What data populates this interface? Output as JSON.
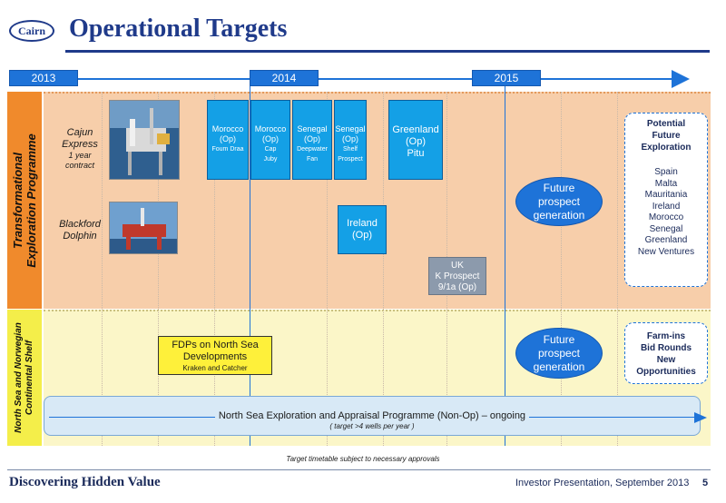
{
  "header": {
    "logo_text": "Cairn",
    "title": "Operational Targets"
  },
  "timeline": {
    "years": [
      "2013",
      "2014",
      "2015"
    ]
  },
  "bands": {
    "transformational": "Transformational Exploration Programme",
    "transformational_line1": "Transformational",
    "transformational_line2": "Exploration Programme",
    "north_sea_line1": "North Sea and Norwegian",
    "north_sea_line2": "Continental Shelf"
  },
  "rigs": {
    "cajun": {
      "line1": "Cajun",
      "line2": "Express",
      "line3": "1 year",
      "line4": "contract"
    },
    "blackford": {
      "line1": "Blackford",
      "line2": "Dolphin"
    }
  },
  "activities": {
    "morocco_foum": {
      "line1": "Morocco",
      "line2": "(Op)",
      "line3": "Foum Draa"
    },
    "morocco_cap": {
      "line1": "Morocco",
      "line2": "(Op)",
      "line3": "Cap",
      "line4": "Juby"
    },
    "senegal_deep": {
      "line1": "Senegal",
      "line2": "(Op)",
      "line3": "Deepwater",
      "line4": "Fan"
    },
    "senegal_shelf": {
      "line1": "Senegal",
      "line2": "(Op)",
      "line3": "Shelf",
      "line4": "Prospect"
    },
    "greenland": {
      "line1": "Greenland",
      "line2": "(Op)",
      "line3": "Pitu"
    },
    "ireland": {
      "line1": "Ireland",
      "line2": "(Op)"
    },
    "uk": {
      "line1": "UK",
      "line2": "K Prospect",
      "line3": "9/1a (Op)"
    }
  },
  "future_prospect": {
    "line1": "Future",
    "line2": "prospect",
    "line3": "generation"
  },
  "potential": {
    "title_line1": "Potential",
    "title_line2": "Future",
    "title_line3": "Exploration",
    "countries": [
      "Spain",
      "Malta",
      "Mauritania",
      "Ireland",
      "Morocco",
      "Senegal",
      "Greenland",
      "New Ventures"
    ]
  },
  "farmins": {
    "line1": "Farm-ins",
    "line2": "Bid Rounds",
    "line3": "New",
    "line4": "Opportunities"
  },
  "fdp": {
    "line1": "FDPs on North Sea",
    "line2": "Developments",
    "line3": "Kraken and Catcher"
  },
  "north_sea_programme": {
    "text": "North Sea Exploration and Appraisal Programme (Non-Op) – ongoing",
    "sub": "( target >4 wells per year )"
  },
  "note": "Target timetable subject to necessary approvals",
  "footer": {
    "left": "Discovering Hidden Value",
    "right": "Investor Presentation, September 2013",
    "page": "5"
  },
  "colors": {
    "brand_blue": "#1f3a8a",
    "timeline_blue": "#1e73d8",
    "activity_blue": "#14a0e6",
    "orange_band": "#f7ceaa",
    "yellow_band": "#fbf6c8",
    "orange_label": "#f08a2c",
    "yellow_label": "#f4ee4a"
  }
}
